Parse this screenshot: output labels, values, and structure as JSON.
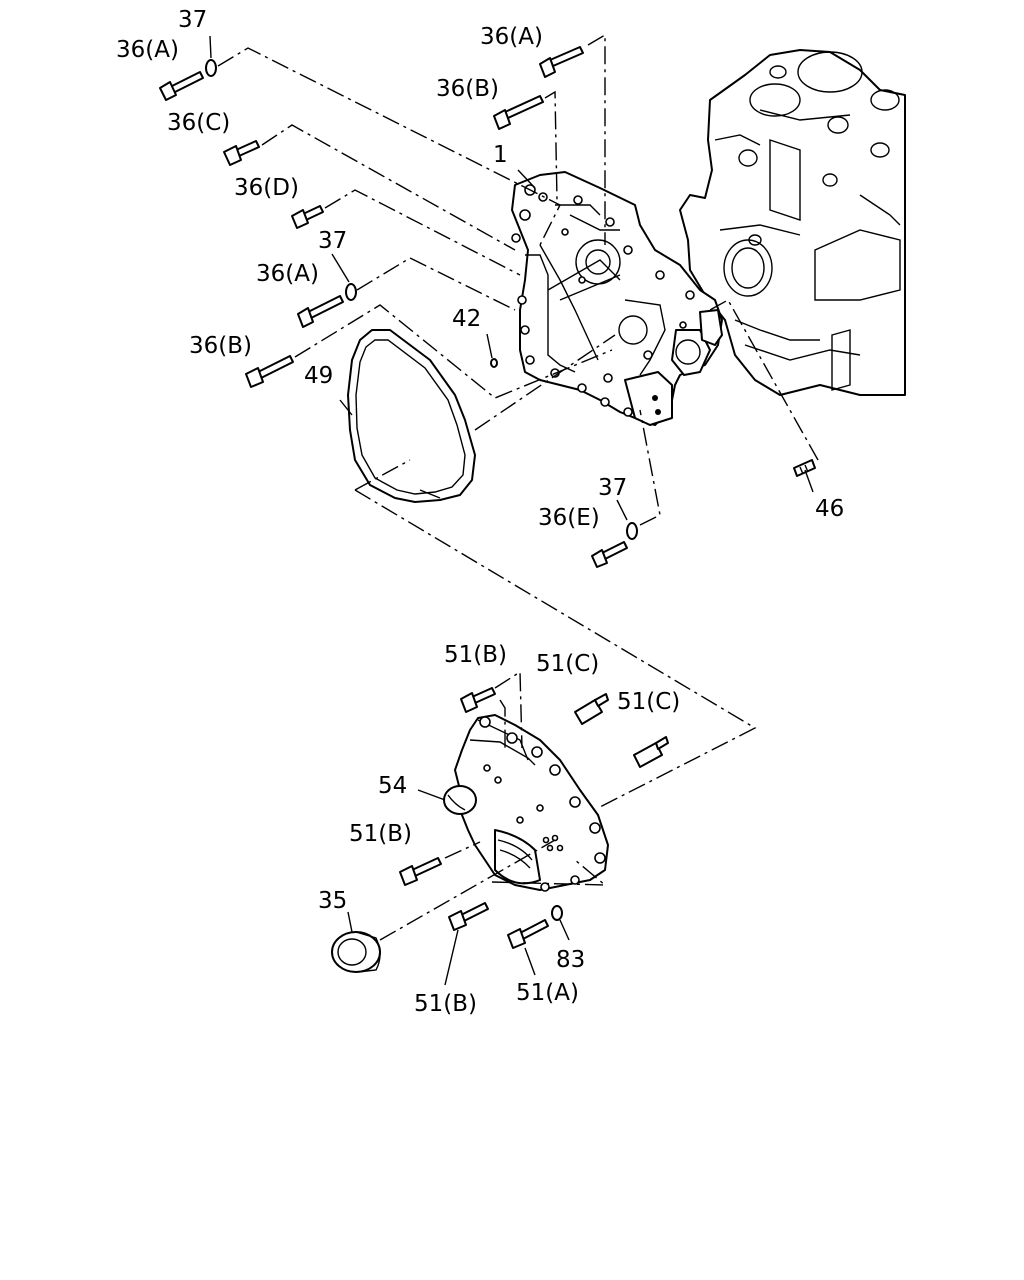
{
  "labels": {
    "l37_top": "37",
    "l36a_top": "36(A)",
    "l36a_center": "36(A)",
    "l36b_center": "36(B)",
    "l36c": "36(C)",
    "l1": "1",
    "l36d": "36(D)",
    "l37_mid": "37",
    "l36a_mid": "36(A)",
    "l42": "42",
    "l36b_left": "36(B)",
    "l49": "49",
    "l37_low": "37",
    "l36e": "36(E)",
    "l46": "46",
    "l51b_top": "51(B)",
    "l51c_top": "51(C)",
    "l51c_right": "51(C)",
    "l54": "54",
    "l51b_left": "51(B)",
    "l35": "35",
    "l83": "83",
    "l51b_bottom": "51(B)",
    "l51a": "51(A)"
  }
}
